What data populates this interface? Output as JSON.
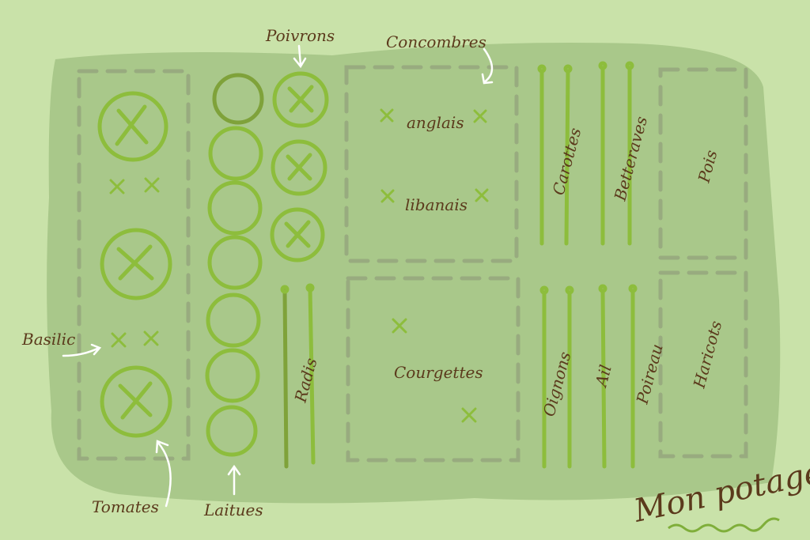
{
  "title": "Mon potager",
  "labels": {
    "poivrons": "Poivrons",
    "concombres": "Concombres",
    "anglais": "anglais",
    "libanais": "libanais",
    "carottes": "Carottes",
    "betteraves": "Betteraves",
    "pois": "Pois",
    "basilic": "Basilic",
    "radis": "Radis",
    "courgettes": "Courgettes",
    "oignons": "Oignons",
    "ail": "Ail",
    "poireau": "Poireau",
    "haricots": "Haricots",
    "tomates": "Tomates",
    "laitues": "Laitues"
  },
  "colors": {
    "background": "#c9e2a9",
    "plot": "#a9c88a",
    "plant": "#8dbd3c",
    "text": "#5b3a1c"
  }
}
